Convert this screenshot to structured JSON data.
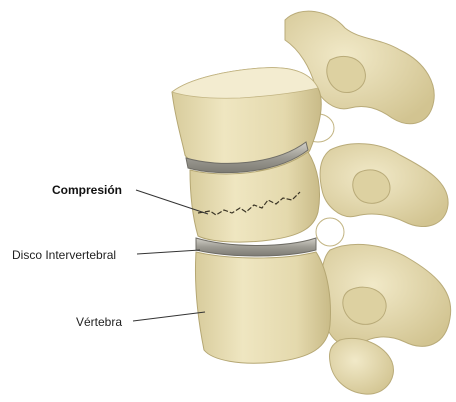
{
  "labels": {
    "compression": "Compresión",
    "disc": "Disco Intervertebral",
    "vertebra": "Vértebra"
  },
  "colors": {
    "bone": "#e9dfb6",
    "bone_shadow": "#cdbf8e",
    "bone_highlight": "#f5efd3",
    "disc": "#9c9a92",
    "disc_highlight": "#cfcdc6",
    "crack": "#3b3526",
    "leader": "#333333"
  }
}
